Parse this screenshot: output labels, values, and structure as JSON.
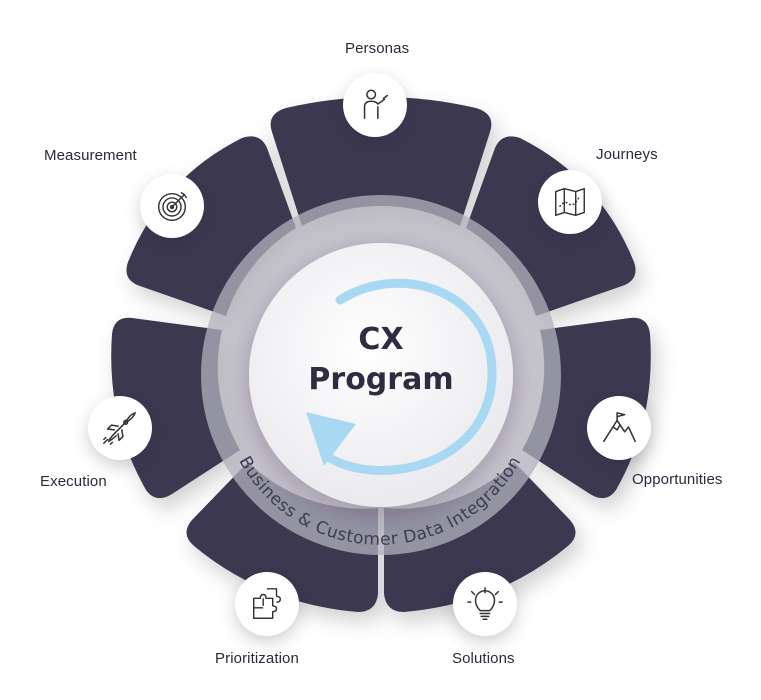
{
  "center": {
    "line1": "CX",
    "line2": "Program"
  },
  "ring_text": "Business & Customer Data Integration",
  "segments": [
    {
      "label": "Personas",
      "icon": "person-presenting-icon"
    },
    {
      "label": "Journeys",
      "icon": "map-icon"
    },
    {
      "label": "Opportunities",
      "icon": "mountain-flag-icon"
    },
    {
      "label": "Solutions",
      "icon": "lightbulb-icon"
    },
    {
      "label": "Prioritization",
      "icon": "puzzle-icon"
    },
    {
      "label": "Execution",
      "icon": "rocket-icon"
    },
    {
      "label": "Measurement",
      "icon": "target-icon"
    }
  ],
  "colors": {
    "segment": "#3a3850",
    "ring": "#a9a7b3",
    "hub": "#f3f3f6",
    "arrow": "#a9d9f2",
    "text": "#2b2a3a"
  }
}
